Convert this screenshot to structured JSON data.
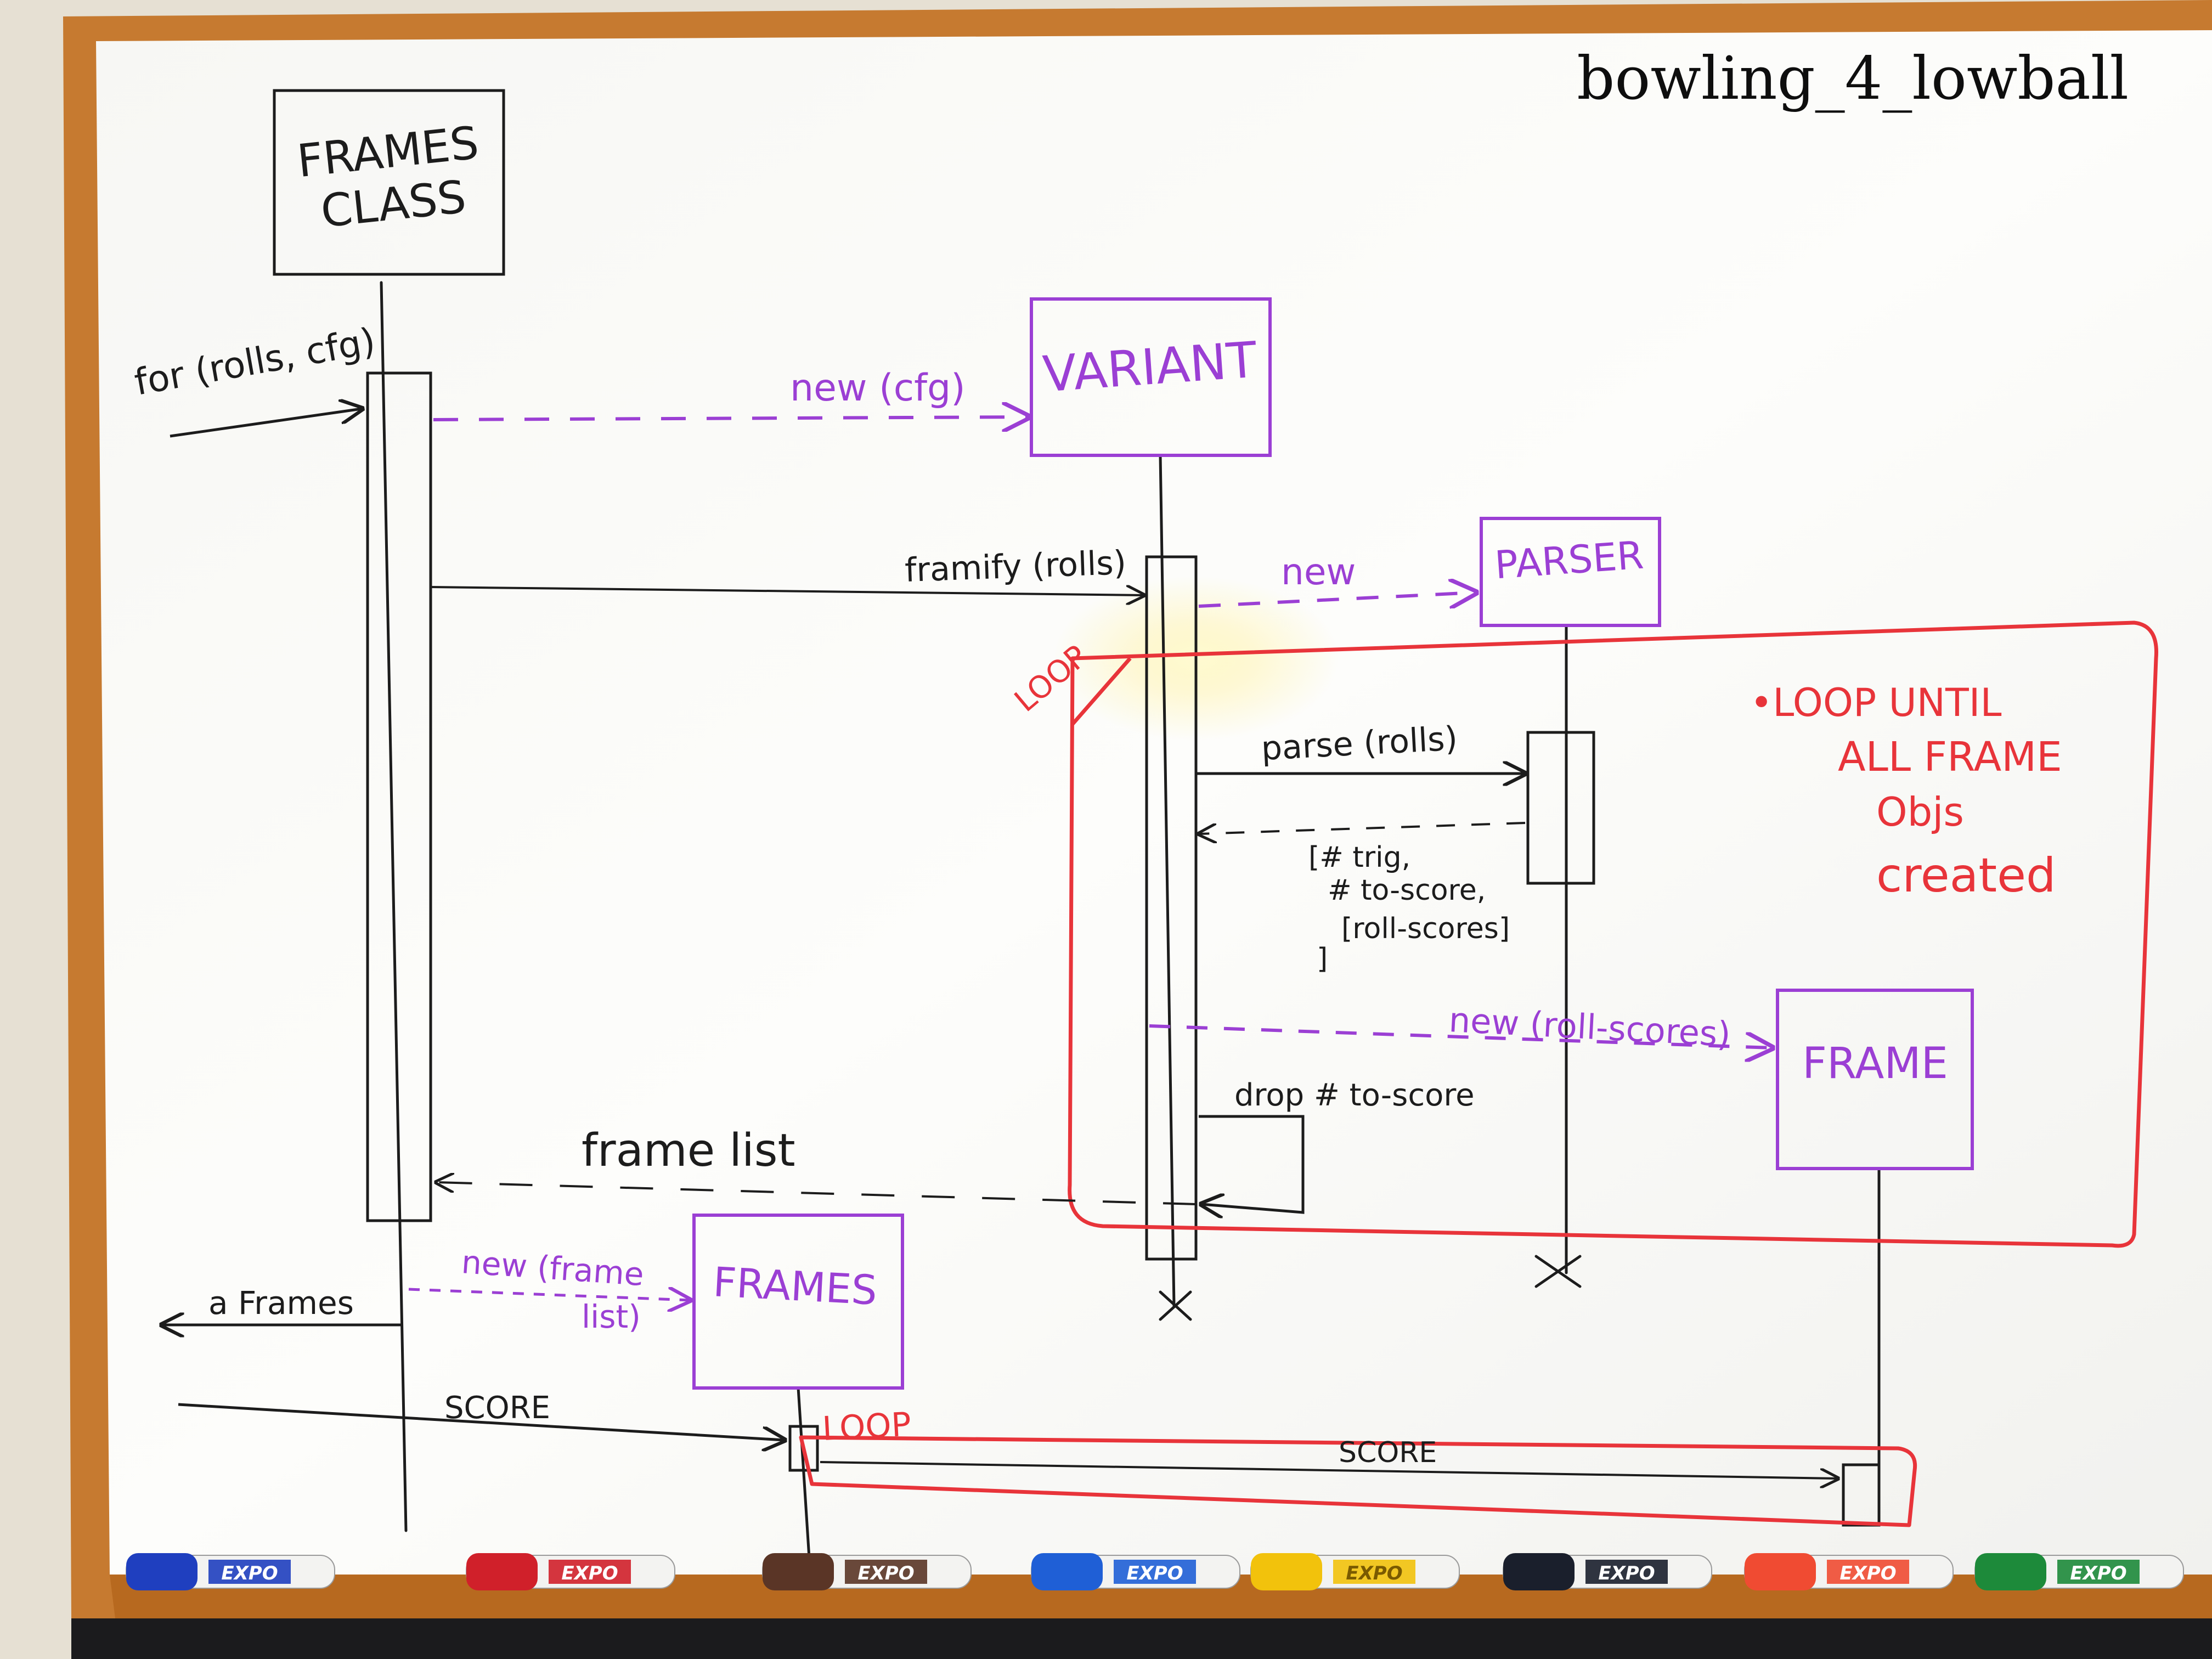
{
  "caption": "bowling_4_lowball",
  "lifelines": {
    "frames_class": "FRAMES CLASS",
    "variant": "VARIANT",
    "parser": "PARSER",
    "frame": "FRAME",
    "frames": "FRAMES"
  },
  "messages": {
    "for_rolls_cfg": "for (rolls, cfg)",
    "new_cfg": "new (cfg)",
    "framify_rolls": "framify (rolls)",
    "new_parser": "new",
    "parse_rolls": "parse (rolls)",
    "parse_return": [
      "[# trig,",
      "# to-score,",
      "[roll-scores]",
      "]"
    ],
    "new_roll_scores": "new (roll-scores)",
    "drop_to_score": "drop # to-score",
    "frame_list": "frame list",
    "new_frame_list": [
      "new (frame",
      "list)"
    ],
    "a_frames": "a Frames",
    "score_in": "SCORE",
    "score_inner": "SCORE"
  },
  "fragments": {
    "loop1_label": "LOOP",
    "loop1_note": [
      "•LOOP UNTIL",
      "ALL FRAME",
      "Objs",
      "created"
    ],
    "loop2_label": "LOOP"
  },
  "colors": {
    "black_marker": "#1c1c1c",
    "purple_marker": "#9b3fd4",
    "red_marker": "#e8343a",
    "board": "#fbfbf9",
    "frame_wood": "#c9792e"
  },
  "markers": [
    {
      "brand": "EXPO",
      "color": "#1f3fbf"
    },
    {
      "brand": "EXPO",
      "color": "#d0202a"
    },
    {
      "brand": "EXPO",
      "color": "#5a3526"
    },
    {
      "brand": "EXPO",
      "color": "#1f5fd6"
    },
    {
      "brand": "EXPO",
      "color": "#f2c20c"
    },
    {
      "brand": "EXPO",
      "color": "#1a1f2c"
    },
    {
      "brand": "EXPO",
      "color": "#f04b32"
    },
    {
      "brand": "EXPO",
      "color": "#1d8a3a"
    }
  ]
}
